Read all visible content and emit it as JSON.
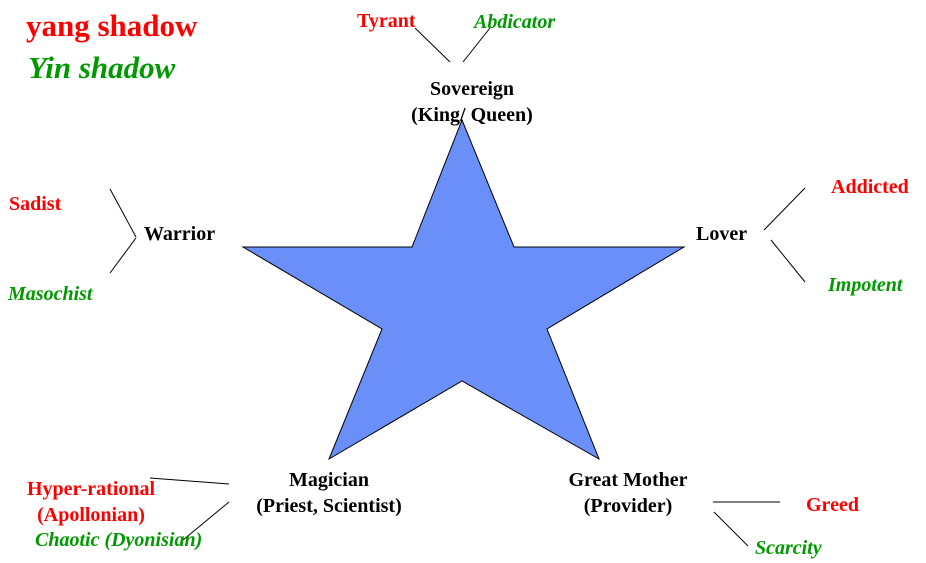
{
  "legend": {
    "yang_label": "yang shadow",
    "yin_label": "Yin shadow",
    "yang_color": "#ff0000",
    "yin_color": "#009900"
  },
  "star": {
    "fill_color": "#6a8ff8",
    "stroke_color": "#000000"
  },
  "archetypes": {
    "sovereign": {
      "line1": "Sovereign",
      "line2": "(King/ Queen)"
    },
    "warrior": {
      "line1": "Warrior"
    },
    "lover": {
      "line1": "Lover"
    },
    "magician": {
      "line1": "Magician",
      "line2": "(Priest, Scientist)"
    },
    "great_mother": {
      "line1": "Great Mother",
      "line2": "(Provider)"
    }
  },
  "shadows": {
    "sovereign": {
      "yang": "Tyrant",
      "yin": "Abdicator"
    },
    "warrior": {
      "yang": "Sadist",
      "yin": "Masochist"
    },
    "lover": {
      "yang": "Addicted",
      "yin": "Impotent"
    },
    "magician": {
      "yang_line1": "Hyper-rational",
      "yang_line2": "(Apollonian)",
      "yin": "Chaotic (Dyonisian)"
    },
    "great_mother": {
      "yang": "Greed",
      "yin": "Scarcity"
    }
  }
}
